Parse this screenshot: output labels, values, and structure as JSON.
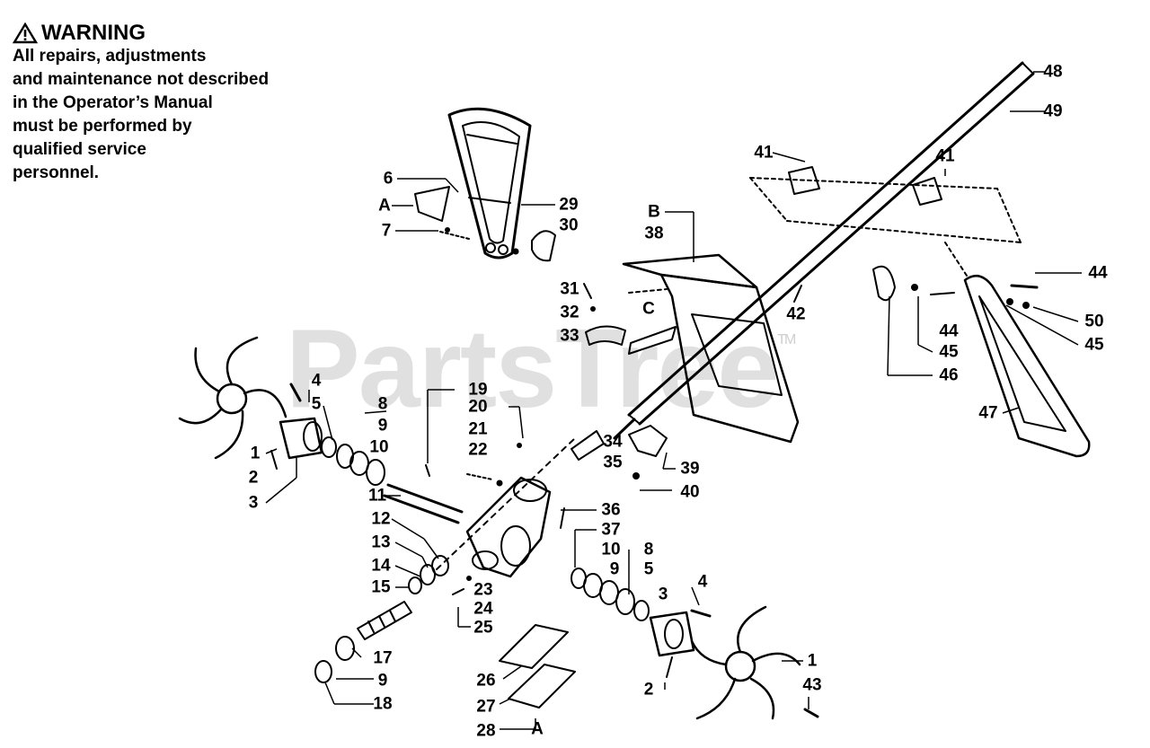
{
  "warning": {
    "title": "WARNING",
    "lines": [
      "All repairs, adjustments",
      "and maintenance not described",
      "in the Operator’s Manual",
      "must be performed by",
      "qualified service",
      "personnel."
    ]
  },
  "watermark": {
    "text": "PartsTree",
    "tm": "TM"
  },
  "callouts": [
    "48",
    "49",
    "41",
    "41",
    "6",
    "A",
    "7",
    "29",
    "30",
    "B",
    "38",
    "44",
    "31",
    "32",
    "42",
    "50",
    "45",
    "44",
    "45",
    "46",
    "33",
    "C",
    "4",
    "5",
    "19",
    "8",
    "20",
    "9",
    "21",
    "10",
    "22",
    "34",
    "35",
    "1",
    "2",
    "3",
    "11",
    "39",
    "40",
    "12",
    "36",
    "37",
    "13",
    "10",
    "8",
    "14",
    "9",
    "5",
    "15",
    "23",
    "24",
    "25",
    "3",
    "4",
    "1",
    "17",
    "43",
    "9",
    "2",
    "26",
    "27",
    "18",
    "28",
    "A",
    "47"
  ]
}
